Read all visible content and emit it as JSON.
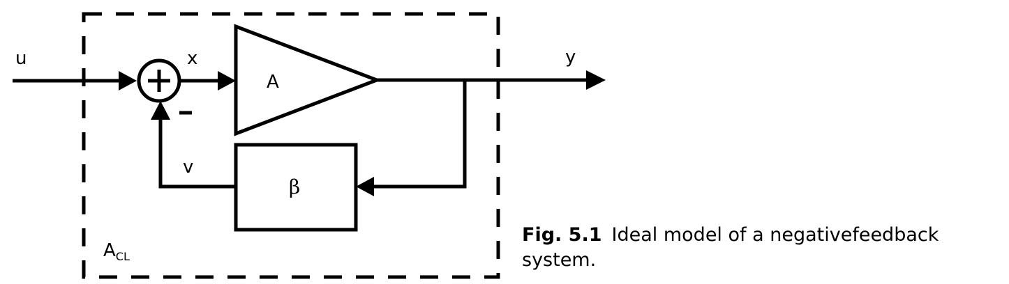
{
  "diagram": {
    "signals": {
      "input": "u",
      "error": "x",
      "output": "y",
      "feedback": "v"
    },
    "blocks": {
      "amplifier": "A",
      "feedback": "β"
    },
    "summing_junction": {
      "plus": "+",
      "minus": "-"
    },
    "boundary": {
      "label_main": "A",
      "label_sub": "CL"
    }
  },
  "caption": {
    "number": "Fig. 5.1",
    "text": "Ideal model of a negativefeedback system."
  }
}
